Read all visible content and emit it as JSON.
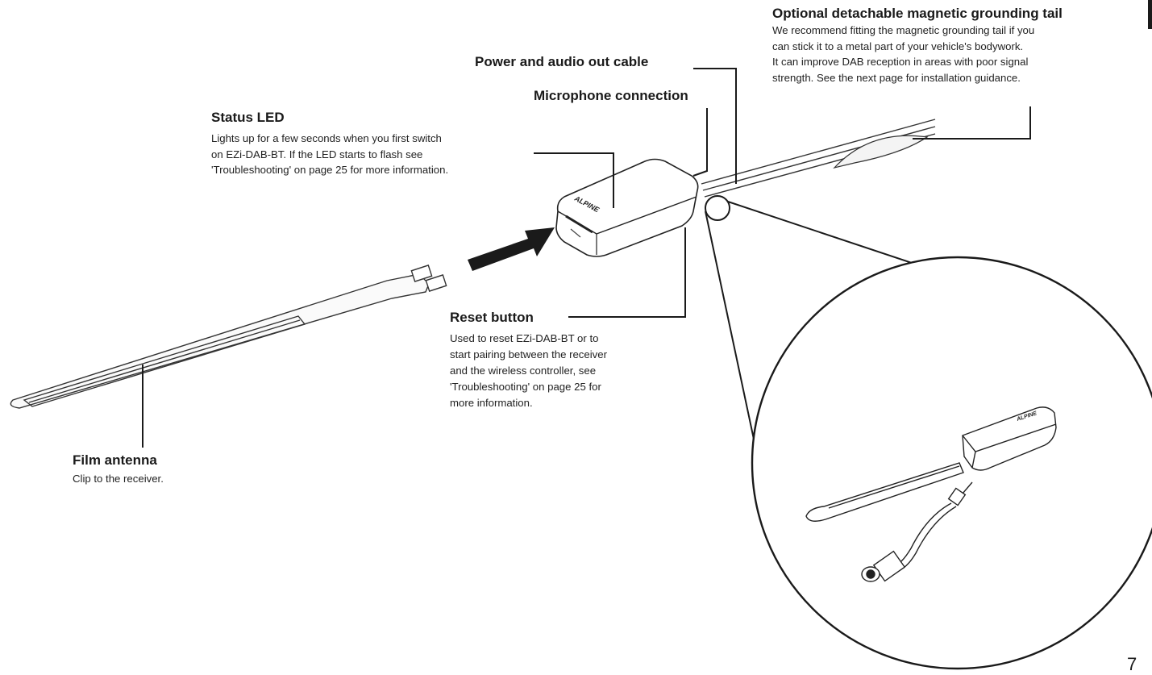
{
  "brand": "ALPINE",
  "page_number": "7",
  "labels": {
    "grounding_tail": {
      "title": "Optional detachable magnetic grounding tail",
      "lines": [
        "We recommend fitting the magnetic grounding tail if you",
        "can stick it to a metal part of your vehicle's bodywork.",
        "It can improve DAB reception in areas with poor signal",
        "strength. See the next page for installation guidance."
      ]
    },
    "power_cable": {
      "title": "Power and audio out cable"
    },
    "microphone": {
      "title": "Microphone connection"
    },
    "status_led": {
      "title": "Status LED",
      "lines": [
        "Lights up for a few seconds when you first switch",
        "on EZi-DAB-BT. If the LED starts to flash see",
        "'Troubleshooting' on page 25 for more information."
      ]
    },
    "reset_button": {
      "title": "Reset button",
      "lines": [
        "Used to reset EZi-DAB-BT or to",
        "start pairing between the receiver",
        "and the wireless controller, see",
        "'Troubleshooting' on page 25 for",
        "more information."
      ]
    },
    "film_antenna": {
      "title": "Film antenna",
      "lines": [
        "Clip to the receiver."
      ]
    }
  }
}
